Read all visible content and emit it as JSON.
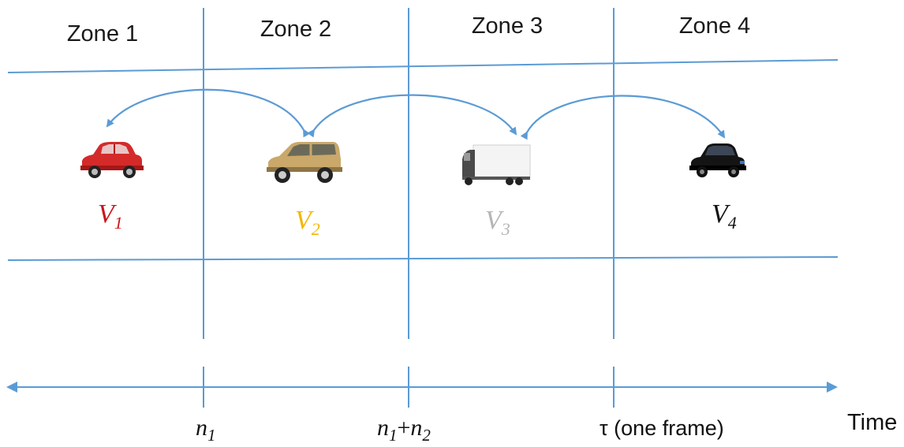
{
  "zones": [
    "Zone 1",
    "Zone 2",
    "Zone 3",
    "Zone 4"
  ],
  "vehicles": [
    {
      "symbol": "V",
      "sub": "1",
      "color": "#c8161d",
      "icon": "red-sedan-icon"
    },
    {
      "symbol": "V",
      "sub": "2",
      "color": "#f2b705",
      "icon": "gold-station-wagon-icon"
    },
    {
      "symbol": "V",
      "sub": "3",
      "color": "#b5b5b5",
      "icon": "white-truck-icon"
    },
    {
      "symbol": "V",
      "sub": "4",
      "color": "#111111",
      "icon": "black-sedan-icon"
    }
  ],
  "axis": {
    "tick1": {
      "symbol": "n",
      "sub": "1"
    },
    "tick2": {
      "a": "n",
      "a_sub": "1",
      "plus": "+",
      "b": "n",
      "b_sub": "2"
    },
    "tick3": {
      "tau": "τ",
      "text": " (one frame)"
    },
    "time_label": "Time"
  },
  "colors": {
    "lines": "#5b9bd5",
    "arrows": "#5b9bd5"
  }
}
